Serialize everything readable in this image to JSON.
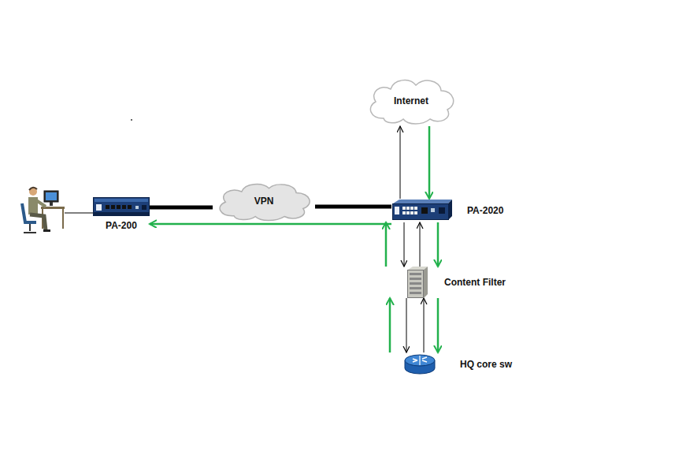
{
  "diagram": {
    "nodes": [
      {
        "text": [
          "Internet"
        ]
      },
      {
        "text": [
          "PA-200"
        ]
      },
      {
        "text": [
          "VPN"
        ]
      },
      {
        "text": [
          "PA-2020"
        ]
      },
      {
        "text": [
          "Content Filter"
        ]
      },
      {
        "text": [
          "HQ core sw"
        ]
      }
    ],
    "edges": [
      {
        "from": 1,
        "to": 2,
        "arrow": "none"
      },
      {
        "from": 2,
        "to": 3,
        "arrow": "none"
      },
      {
        "from": 3,
        "to": 0,
        "arrow": "to"
      },
      {
        "from": 0,
        "to": 3,
        "arrow": "to"
      },
      {
        "from": 3,
        "to": 4,
        "arrow": "to"
      },
      {
        "from": 4,
        "to": 3,
        "arrow": "to"
      },
      {
        "from": 3,
        "to": 4,
        "arrow": "to"
      },
      {
        "from": 4,
        "to": 3,
        "arrow": "to"
      },
      {
        "from": 4,
        "to": 5,
        "arrow": "to"
      },
      {
        "from": 5,
        "to": 4,
        "arrow": "to"
      },
      {
        "from": 4,
        "to": 5,
        "arrow": "to"
      },
      {
        "from": 5,
        "to": 4,
        "arrow": "to"
      },
      {
        "from": 3,
        "to": 1,
        "arrow": "to"
      }
    ]
  }
}
